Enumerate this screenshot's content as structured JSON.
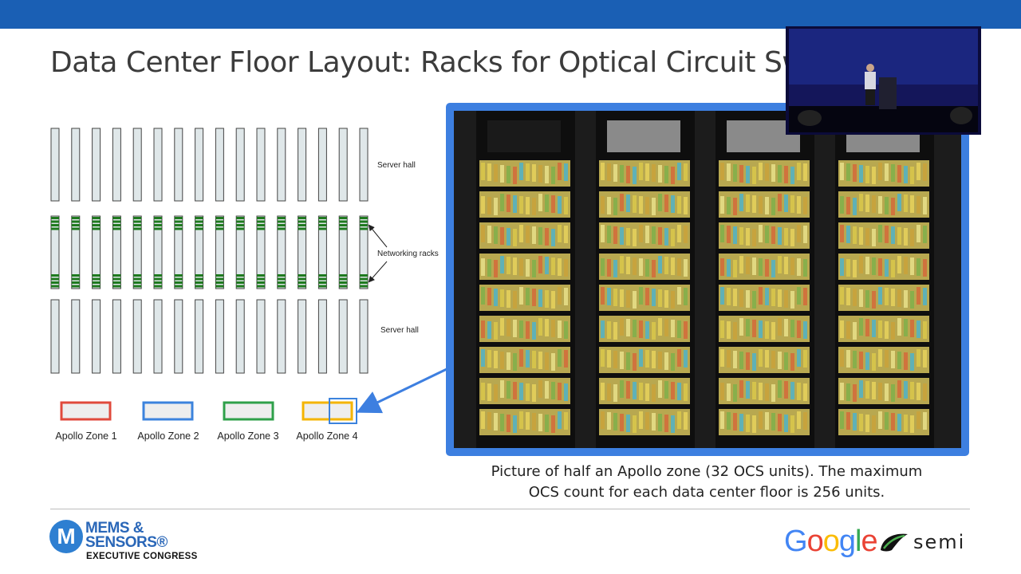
{
  "header": {
    "title": "Data Center Floor Layout: Racks for Optical Circuit Swi"
  },
  "diagram": {
    "server_hall_top_label": "Server hall",
    "networking_label": "Networking racks",
    "server_hall_bottom_label": "Server hall",
    "zones": [
      {
        "label": "Apollo Zone 1",
        "color": "#e04a3c"
      },
      {
        "label": "Apollo Zone 2",
        "color": "#3c83dd"
      },
      {
        "label": "Apollo Zone 3",
        "color": "#2fa04a"
      },
      {
        "label": "Apollo Zone 4",
        "color": "#f4b400"
      }
    ],
    "rack_color": "#dfe7e9",
    "networking_rack_color": "#1f7a1f",
    "callout_color": "#3d7fe0"
  },
  "photo": {
    "frame_color": "#3d7fe0"
  },
  "caption": {
    "line1": "Picture of half an Apollo zone (32 OCS units).  The maximum",
    "line2": "OCS count for each data center floor is 256 units."
  },
  "footer": {
    "mems_badge": "M",
    "mems_line1": "MEMS &",
    "mems_line2": "SENSORS®",
    "mems_line3": "EXECUTIVE CONGRESS",
    "google_letters": [
      {
        "ch": "G",
        "color": "#4285f4"
      },
      {
        "ch": "o",
        "color": "#ea4335"
      },
      {
        "ch": "o",
        "color": "#fbbc05"
      },
      {
        "ch": "g",
        "color": "#4285f4"
      },
      {
        "ch": "l",
        "color": "#34a853"
      },
      {
        "ch": "e",
        "color": "#ea4335"
      }
    ],
    "semi": "semi"
  }
}
